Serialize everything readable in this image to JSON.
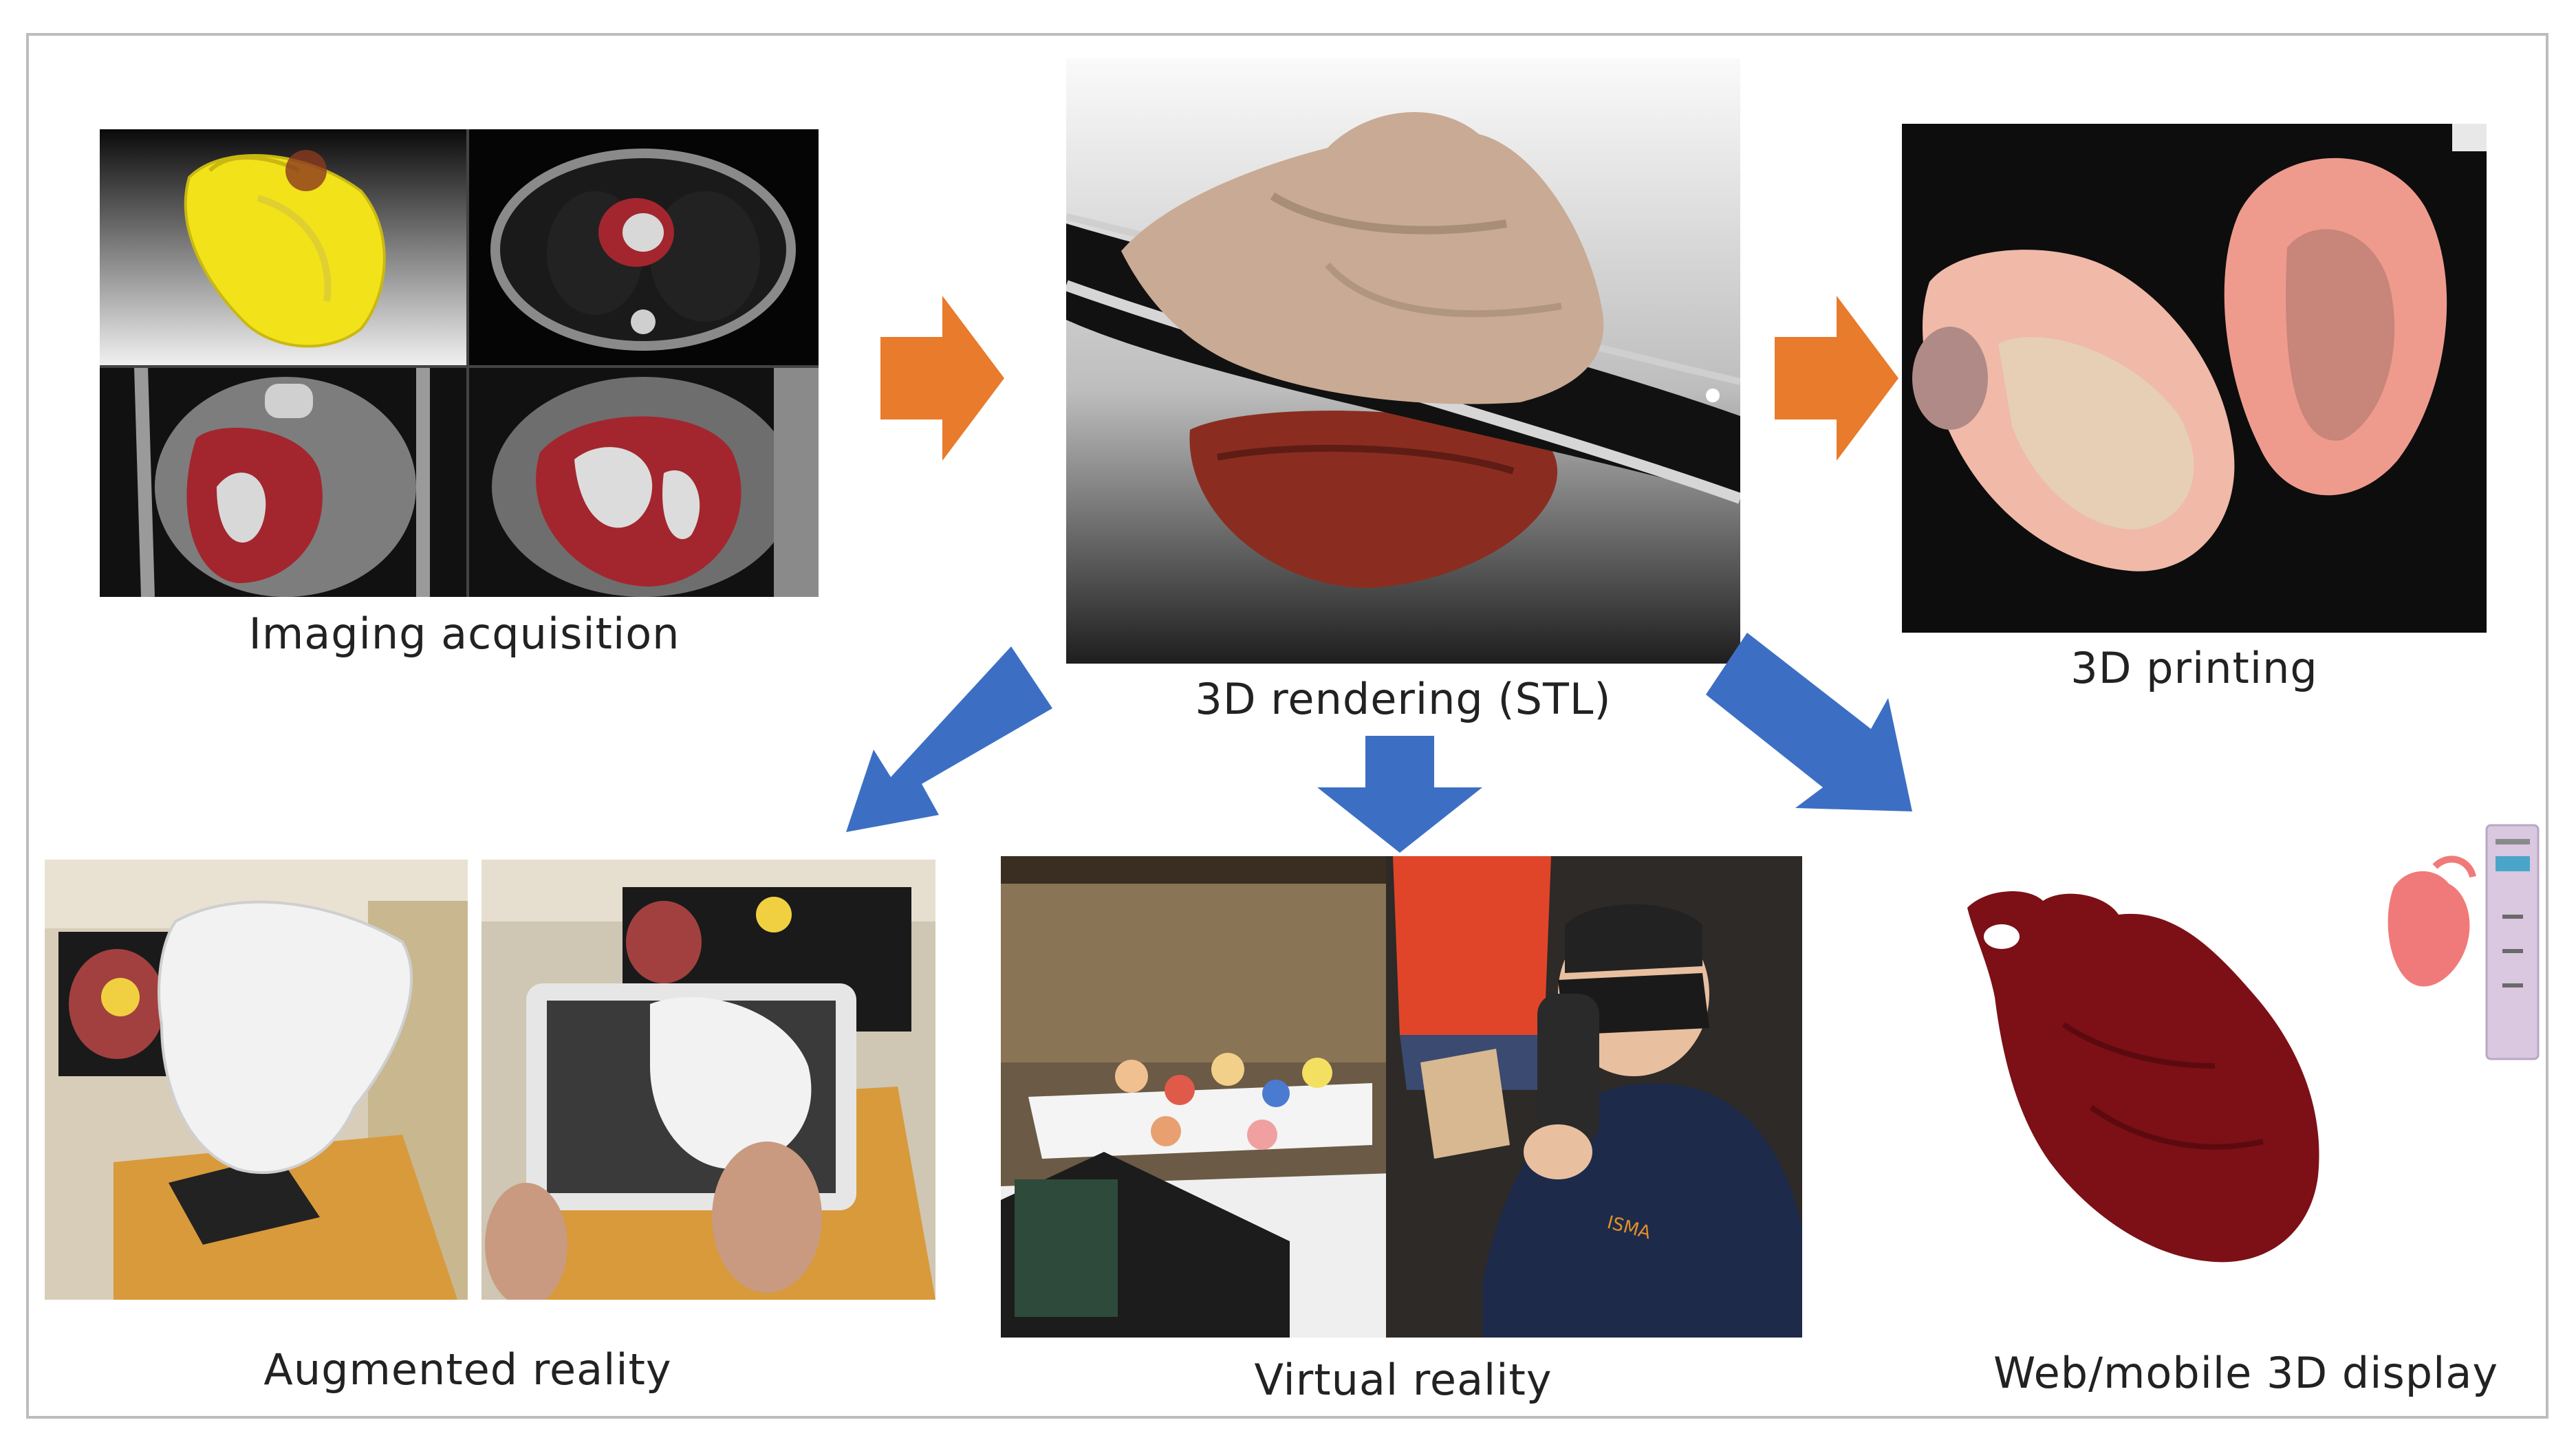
{
  "labels": {
    "imaging": "Imaging acquisition",
    "rendering": "3D rendering (STL)",
    "printing": "3D printing",
    "ar": "Augmented reality",
    "vr": "Virtual reality",
    "web": "Web/mobile 3D display"
  },
  "colors": {
    "orange_arrow": "#e87b2c",
    "blue_arrow": "#3c6fc4",
    "heart_red": "#7c1016",
    "frame": "#bdbdbd"
  }
}
